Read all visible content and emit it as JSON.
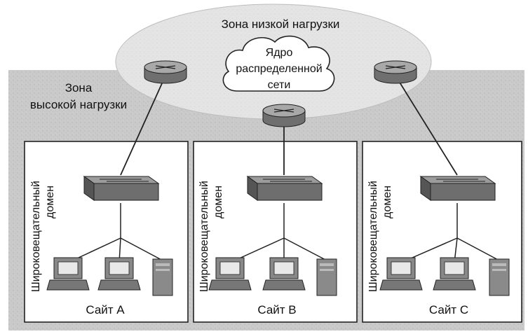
{
  "zones": {
    "low_load": "Зона низкой нагрузки",
    "high_load_line1": "Зона",
    "high_load_line2": "высокой нагрузки"
  },
  "core": {
    "line1": "Ядро",
    "line2": "распределенной",
    "line3": "сети"
  },
  "sites": [
    {
      "label": "Сайт А",
      "domain_line1": "Широковещательный",
      "domain_line2": "домен"
    },
    {
      "label": "Сайт В",
      "domain_line1": "Широковещательный",
      "domain_line2": "домен"
    },
    {
      "label": "Сайт С",
      "domain_line1": "Широковещательный",
      "domain_line2": "домен"
    }
  ],
  "colors": {
    "high_zone": "#c9c9c9",
    "low_zone": "#e6e6e6",
    "device": "#8a8a8a",
    "line": "#222222"
  },
  "icons": [
    "router-icon",
    "cloud-icon",
    "switch-icon",
    "workstation-icon",
    "server-tower-icon"
  ]
}
